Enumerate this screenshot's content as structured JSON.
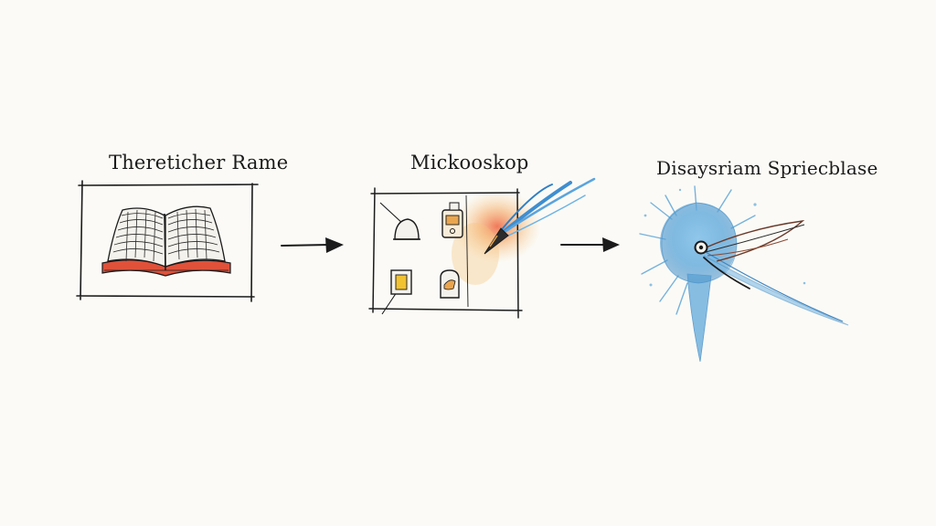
{
  "diagram": {
    "steps": [
      {
        "label": "Thereticher Rame",
        "illustration": "open-book"
      },
      {
        "label": "Mickooskop",
        "illustration": "sketch-panel-with-brush"
      },
      {
        "label": "Disaysriam Spriecblase",
        "illustration": "ink-splash-with-tail"
      }
    ],
    "connectors": [
      "arrow-right",
      "arrow-right"
    ],
    "colors": {
      "ink": "#1b1b1b",
      "book_red": "#e0513a",
      "watercolor_orange": "#f1a35a",
      "watercolor_blue": "#4b9bd1",
      "background": "#fbfaf6"
    }
  }
}
